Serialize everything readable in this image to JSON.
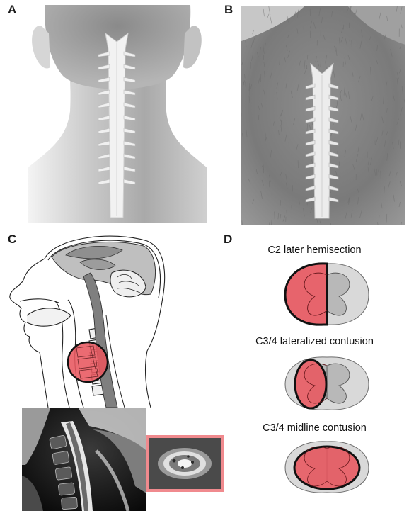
{
  "panels": {
    "a": {
      "letter": "A"
    },
    "b": {
      "letter": "B"
    },
    "c": {
      "letter": "C"
    },
    "d": {
      "letter": "D",
      "injuries": [
        {
          "label": "C2 later hemisection"
        },
        {
          "label": "C3/4 lateralized contusion"
        },
        {
          "label": "C3/4 midline contusion"
        }
      ]
    }
  },
  "colors": {
    "lesion_fill": "#e8575f",
    "mri_frame": "#f08a8e",
    "cord_gray": "#d9d9d9",
    "gray_matter": "#b8b8b8"
  }
}
